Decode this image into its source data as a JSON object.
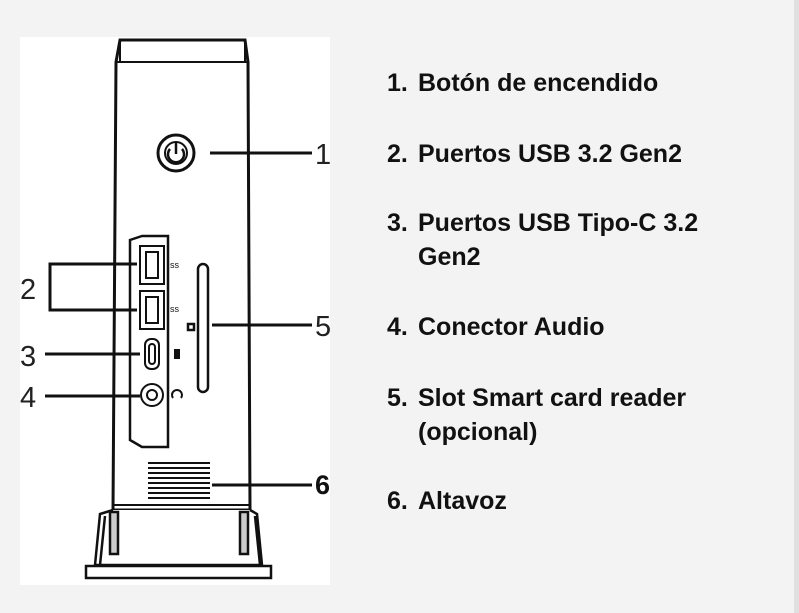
{
  "callouts": {
    "c1": "1",
    "c2": "2",
    "c3": "3",
    "c4": "4",
    "c5": "5",
    "c6": "6"
  },
  "legend": [
    {
      "num": "1.",
      "text": "Botón de encendido",
      "cont": ""
    },
    {
      "num": "2.",
      "text": "Puertos USB 3.2 Gen2",
      "cont": ""
    },
    {
      "num": "3.",
      "text": "Puertos USB Tipo-C 3.2",
      "cont": "Gen2"
    },
    {
      "num": "4.",
      "text": "Conector Audio",
      "cont": ""
    },
    {
      "num": "5.",
      "text": "Slot Smart card reader",
      "cont": "(opcional)"
    },
    {
      "num": "6.",
      "text": "Altavoz",
      "cont": ""
    }
  ],
  "colors": {
    "line": "#111111",
    "background": "#f3f3f3"
  },
  "icons": [
    "power-icon",
    "usb-icon",
    "usb-c-icon",
    "headphone-icon",
    "smart-card-icon",
    "speaker-grille-icon"
  ]
}
